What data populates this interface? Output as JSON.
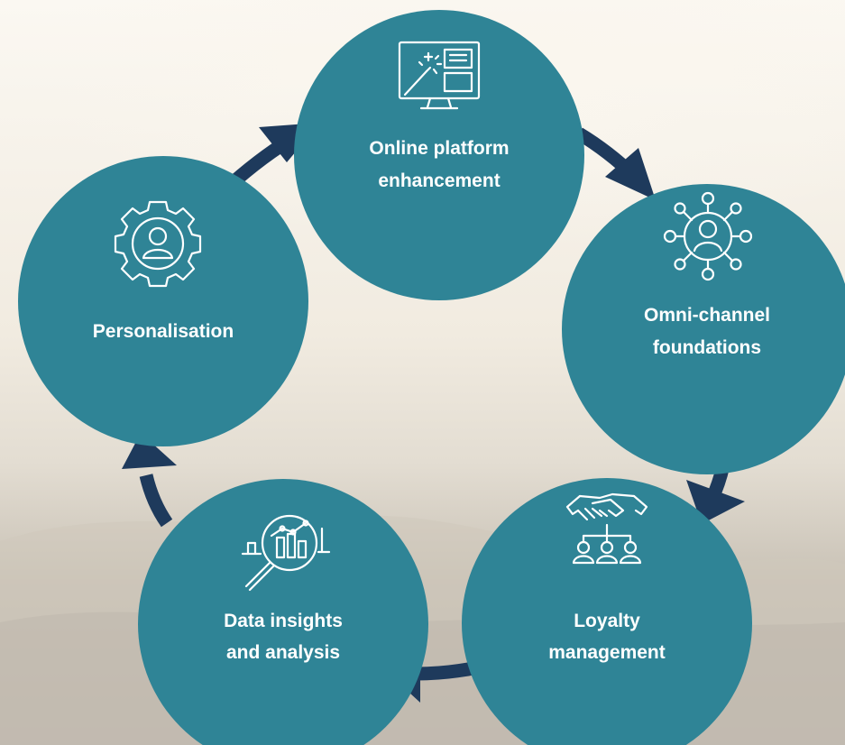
{
  "theme": {
    "circle_color": "#2f8496",
    "arrow_color": "#1e3a5c",
    "text_color": "#ffffff"
  },
  "nodes": [
    {
      "id": "online-platform",
      "icon": "monitor-magic-wand-icon",
      "lines": [
        "Online platform",
        "enhancement"
      ]
    },
    {
      "id": "omni-channel",
      "icon": "person-network-icon",
      "lines": [
        "Omni-channel",
        "foundations"
      ]
    },
    {
      "id": "loyalty",
      "icon": "handshake-org-chart-icon",
      "lines": [
        "Loyalty",
        "management"
      ]
    },
    {
      "id": "data-insights",
      "icon": "magnifier-bar-chart-icon",
      "lines": [
        "Data insights",
        "and analysis"
      ]
    },
    {
      "id": "personalisation",
      "icon": "gear-person-icon",
      "lines": [
        "Personalisation"
      ]
    }
  ]
}
